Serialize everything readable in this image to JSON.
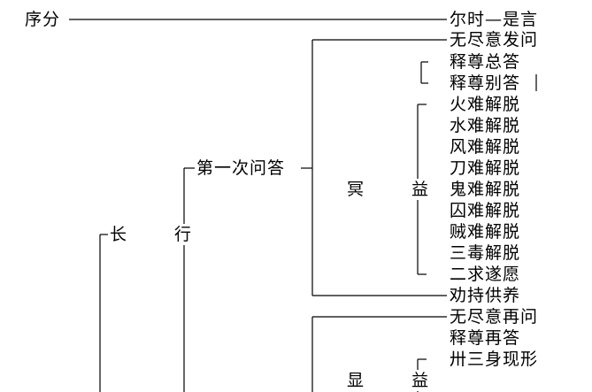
{
  "title": "序分",
  "branches": {
    "main_body": "长 行",
    "first_qa": "第一次问答",
    "hidden_benefit": "冥 益",
    "manifest_benefit": "显 益"
  },
  "leaves": {
    "opening": "尔时—是言",
    "first_ask": "无尽意发问",
    "buddha_general": "释尊总答",
    "buddha_specific": "释尊别答",
    "fire": "火难解脱",
    "water": "水难解脱",
    "wind": "风难解脱",
    "blade": "刀难解脱",
    "ghost": "鬼难解脱",
    "prison": "囚难解脱",
    "thief": "贼难解脱",
    "three_poisons": "三毒解脱",
    "two_wishes": "二求遂愿",
    "exhort": "劝持供养",
    "second_ask": "无尽意再问",
    "second_answer": "释尊再答",
    "thirty_three": "卅三身现形"
  }
}
